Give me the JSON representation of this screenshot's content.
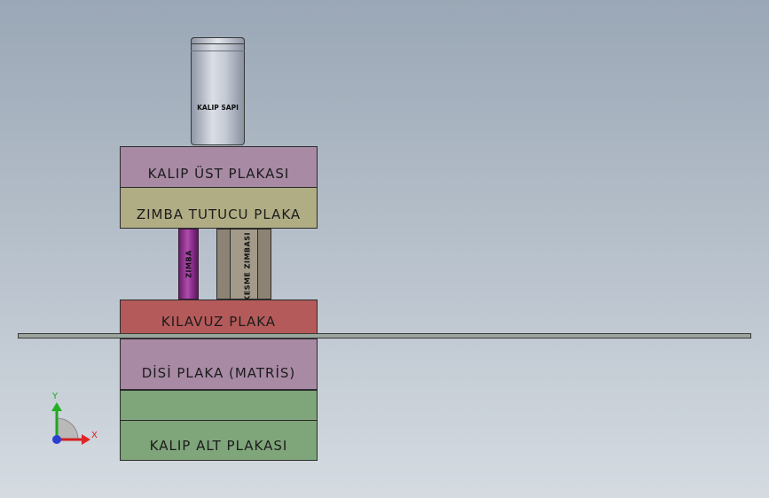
{
  "labels": {
    "kalip_sapi": "KALIP SAPI",
    "ust_plaka": "KALIP ÜST PLAKASI",
    "zimba_tutucu": "ZIMBA TUTUCU PLAKA",
    "zimba": "ZIMBA",
    "kesme_zimbasi": "KESME ZIMBASI",
    "kilavuz": "KILAVUZ PLAKA",
    "disi_plaka": "DİSİ PLAKA (MATRİS)",
    "alt_plaka": "KALIP ALT PLAKASI"
  },
  "axes": {
    "y": "Y",
    "x": "X"
  },
  "colors": {
    "ust_plaka": "#a88aa5",
    "zimba_tutucu": "#b0ad84",
    "kilavuz": "#b55a5a",
    "disi_plaka": "#a88aa5",
    "alt_plaka": "#7fa57a",
    "zimba": "#8a2f8a",
    "kesme_zimbasi": "#8d8375",
    "strip": "#9aa59b"
  }
}
